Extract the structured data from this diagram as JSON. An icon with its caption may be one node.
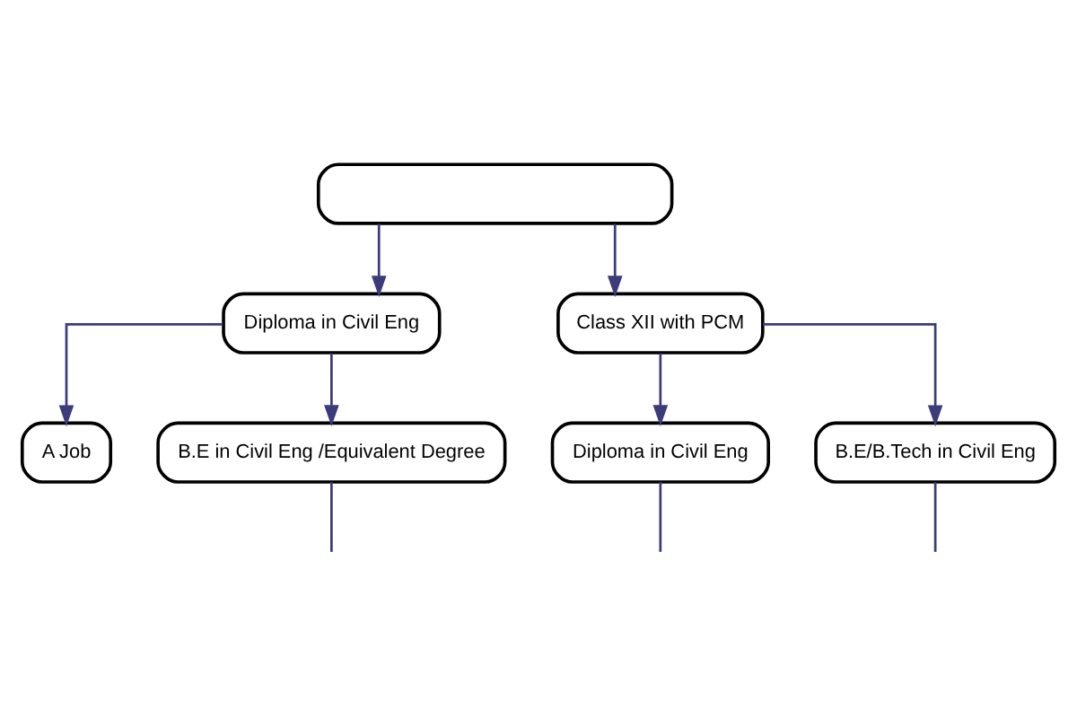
{
  "diagram": {
    "nodes": [
      {
        "text": [],
        "shape": "box"
      },
      {
        "text": [
          "Diploma in Civil Eng"
        ]
      },
      {
        "text": [
          "Class XII with PCM"
        ]
      },
      {
        "text": [
          "A Job"
        ]
      },
      {
        "text": [
          "B.E in Civil Eng /Equivalent Degree"
        ]
      },
      {
        "text": [
          "Diploma in Civil Eng"
        ]
      },
      {
        "text": [
          "B.E/B.Tech in Civil Eng"
        ]
      }
    ],
    "edges": [
      {
        "from": 0,
        "to": 1,
        "arrow": "to"
      },
      {
        "from": 0,
        "to": 2,
        "arrow": "to"
      },
      {
        "from": 1,
        "to": 3,
        "arrow": "to"
      },
      {
        "from": 1,
        "to": 4,
        "arrow": "to"
      },
      {
        "from": 2,
        "to": 5,
        "arrow": "to"
      },
      {
        "from": 2,
        "to": 6,
        "arrow": "to"
      },
      {
        "from": 4,
        "to": null,
        "arrow": "none"
      },
      {
        "from": 5,
        "to": null,
        "arrow": "none"
      },
      {
        "from": 6,
        "to": null,
        "arrow": "none"
      }
    ]
  }
}
